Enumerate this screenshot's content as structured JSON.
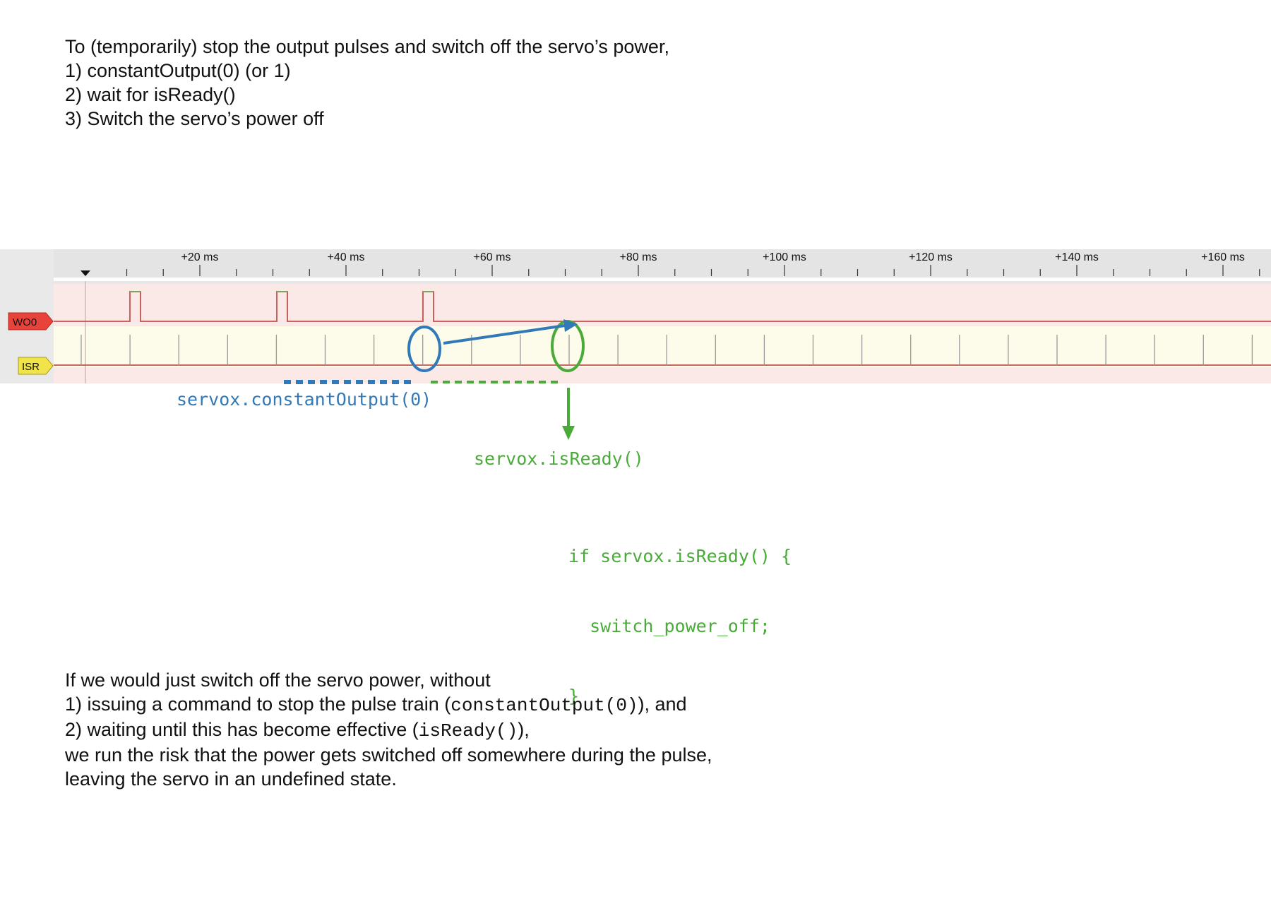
{
  "intro": {
    "lines": [
      "To (temporarily) stop the output pulses and switch off the servo’s power,",
      "1) constantOutput(0) (or 1)",
      "2) wait for isReady()",
      "3) Switch the servo’s power off"
    ]
  },
  "timeline": {
    "tick_labels": [
      "+20 ms",
      "+40 ms",
      "+60 ms",
      "+80 ms",
      "+100 ms",
      "+120 ms",
      "+140 ms",
      "+160 ms"
    ],
    "channels": [
      {
        "name": "WO0",
        "color": "#e8433a"
      },
      {
        "name": "ISR",
        "color": "#f1e34a"
      }
    ]
  },
  "annotations": {
    "constant_output": "servox.constantOutput(0)",
    "is_ready": "servox.isReady()",
    "code_lines": [
      "if servox.isReady() {",
      "  switch_power_off;",
      "}"
    ],
    "blue_color": "#3279b8",
    "green_color": "#4aaa3a"
  },
  "outro": {
    "line1": "If we would just switch off the servo power, without",
    "line2_pre": "1) issuing a command to stop the pulse train (",
    "line2_code": "constantOutput(0)",
    "line2_post": "), and",
    "line3_pre": "2) waiting until this has become effective (",
    "line3_code": "isReady()",
    "line3_post": "),",
    "line4": "we run the risk that the power gets switched off somewhere during the pulse,",
    "line5": "leaving the servo in an undefined state."
  }
}
